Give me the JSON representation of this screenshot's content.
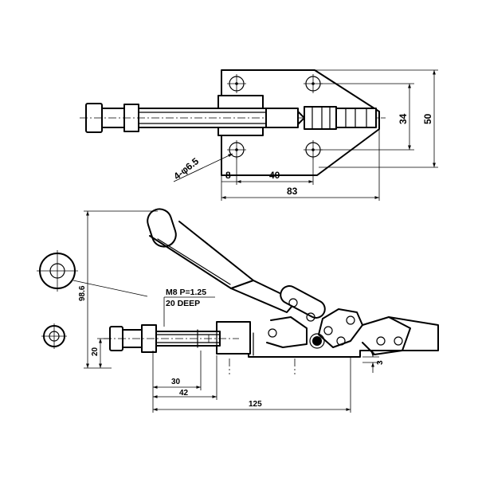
{
  "top_view": {
    "dims": {
      "hole_callout": "4-φ6.5",
      "hole_offset": "8",
      "hole_spacing": "40",
      "base_length": "83",
      "hole_pitch_vertical": "34",
      "base_height": "50"
    }
  },
  "side_view": {
    "dims": {
      "overall_height": "98.6",
      "rod_height": "20",
      "stroke_offset": "3",
      "thread_callout": "M8 P=1.25",
      "thread_depth": "20 DEEP",
      "stroke_30": "30",
      "stroke_42": "42",
      "overall_length": "125"
    }
  }
}
